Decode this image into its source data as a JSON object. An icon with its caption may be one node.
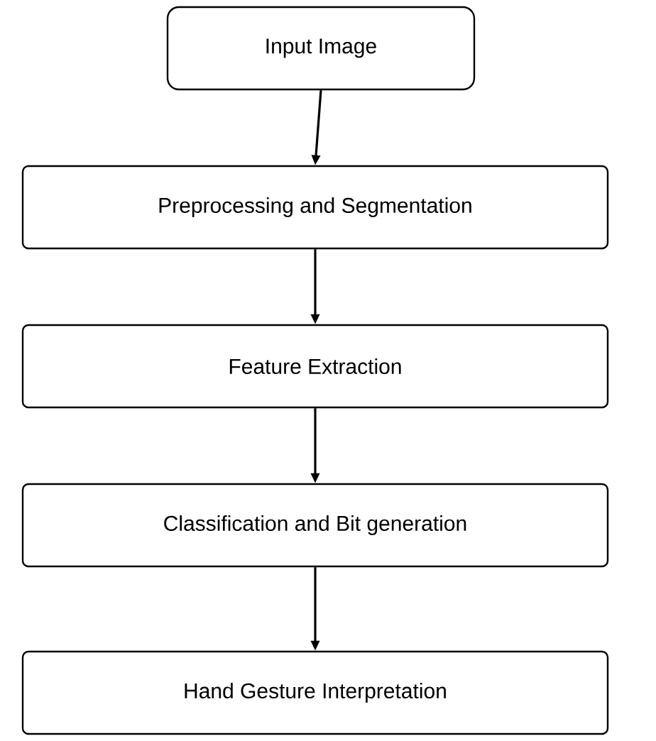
{
  "diagram": {
    "nodes": [
      {
        "text": [
          "Input Image"
        ]
      },
      {
        "text": [
          "Preprocessing and Segmentation"
        ]
      },
      {
        "text": [
          "Feature Extraction"
        ]
      },
      {
        "text": [
          "Classification and Bit generation"
        ]
      },
      {
        "text": [
          "Hand Gesture Interpretation"
        ]
      }
    ],
    "edges": [
      {
        "from": 0,
        "to": 1,
        "arrow": "to"
      },
      {
        "from": 1,
        "to": 2,
        "arrow": "to"
      },
      {
        "from": 2,
        "to": 3,
        "arrow": "to"
      },
      {
        "from": 3,
        "to": 4,
        "arrow": "to"
      }
    ]
  }
}
